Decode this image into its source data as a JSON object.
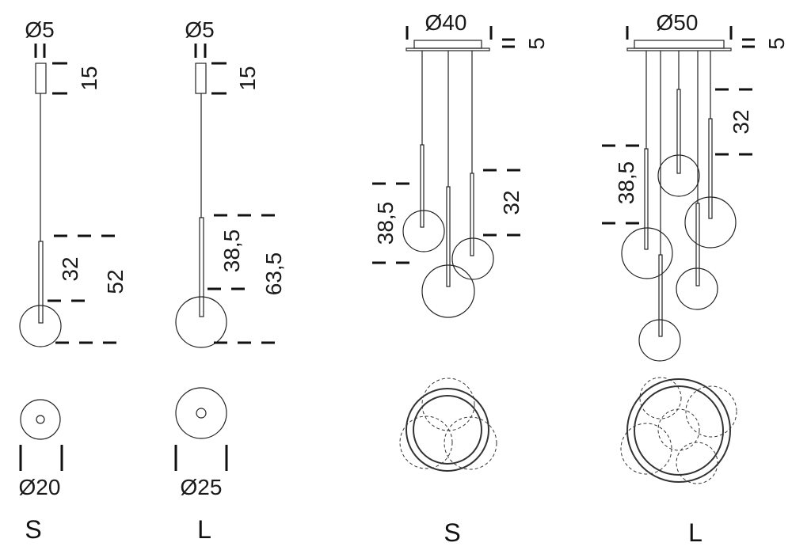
{
  "single_s": {
    "canopy_diameter": "Ø5",
    "canopy_height": "15",
    "rod_length": "32",
    "total_length": "52",
    "globe_diameter": "Ø20",
    "size_label": "S"
  },
  "single_l": {
    "canopy_diameter": "Ø5",
    "canopy_height": "15",
    "rod_length": "38,5",
    "total_length": "63,5",
    "globe_diameter": "Ø25",
    "size_label": "L"
  },
  "cluster_s": {
    "canopy_diameter": "Ø40",
    "canopy_height": "5",
    "rod_length_small": "32",
    "rod_length_large": "38,5",
    "size_label": "S"
  },
  "cluster_l": {
    "canopy_diameter": "Ø50",
    "canopy_height": "5",
    "rod_length_small": "32",
    "rod_length_large": "38,5",
    "size_label": "L"
  }
}
